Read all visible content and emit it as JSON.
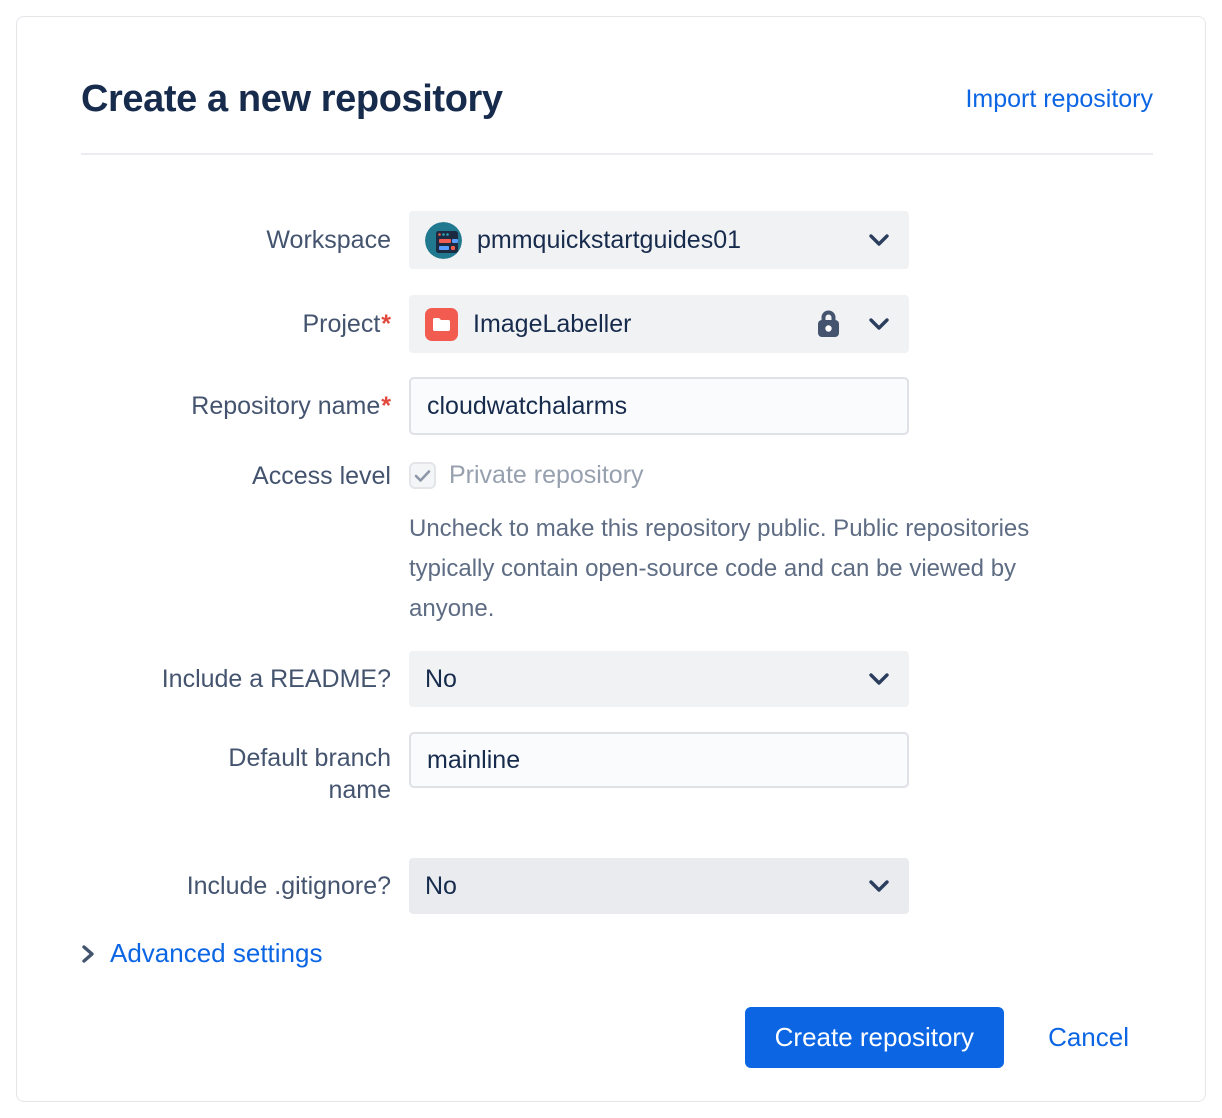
{
  "header": {
    "title": "Create a new repository",
    "import_link": "Import repository"
  },
  "form": {
    "workspace": {
      "label": "Workspace",
      "value": "pmmquickstartguides01"
    },
    "project": {
      "label": "Project",
      "required_mark": "*",
      "value": "ImageLabeller"
    },
    "repository_name": {
      "label": "Repository name",
      "required_mark": "*",
      "value": "cloudwatchalarms"
    },
    "access_level": {
      "label": "Access level",
      "checkbox_label": "Private repository",
      "checked": true,
      "helper": "Uncheck to make this repository public. Public repositories typically contain open-source code and can be viewed by anyone."
    },
    "include_readme": {
      "label": "Include a README?",
      "value": "No"
    },
    "default_branch": {
      "label": "Default branch name",
      "value": "mainline"
    },
    "include_gitignore": {
      "label": "Include .gitignore?",
      "value": "No"
    },
    "advanced_settings_label": "Advanced settings"
  },
  "actions": {
    "create_label": "Create repository",
    "cancel_label": "Cancel"
  },
  "icons": {
    "workspace_avatar": "workspace-avatar-icon",
    "project_folder": "project-folder-icon",
    "lock": "lock-icon",
    "chevron_down": "chevron-down-icon",
    "chevron_right": "chevron-right-icon",
    "checkmark": "checkmark-icon"
  },
  "colors": {
    "primary_blue": "#0c66e4",
    "title_navy": "#172b4d",
    "label_gray": "#44546f",
    "muted_gray": "#97a0af",
    "helper_gray": "#5e6c84",
    "field_gray": "#f1f2f4",
    "required_red": "#e2483d",
    "avatar_teal": "#21798f",
    "project_red": "#f15b50",
    "border_gray": "#dfe1e6"
  }
}
